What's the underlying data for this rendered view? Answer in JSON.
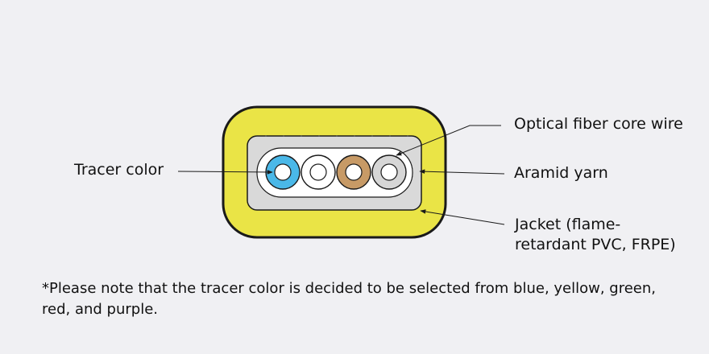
{
  "labels": {
    "optical_fiber_core_wire": "Optical fiber core wire",
    "tracer_color": "Tracer color",
    "aramid_yarn": "Aramid yarn",
    "jacket_line1": "Jacket (flame-",
    "jacket_line2": "retardant PVC, FRPE)"
  },
  "note": "*Please note that the tracer color is decided to be selected from blue, yellow, green, red, and purple.",
  "colors": {
    "background": "#f0f0f3",
    "jacket": "#eae446",
    "aramid": "#d9d9d9",
    "fiber_blue": "#4ab8e8",
    "fiber_white": "#ffffff",
    "fiber_brown": "#c79a66",
    "fiber_gray": "#d6d6d6",
    "outline": "#1a1a1a"
  }
}
